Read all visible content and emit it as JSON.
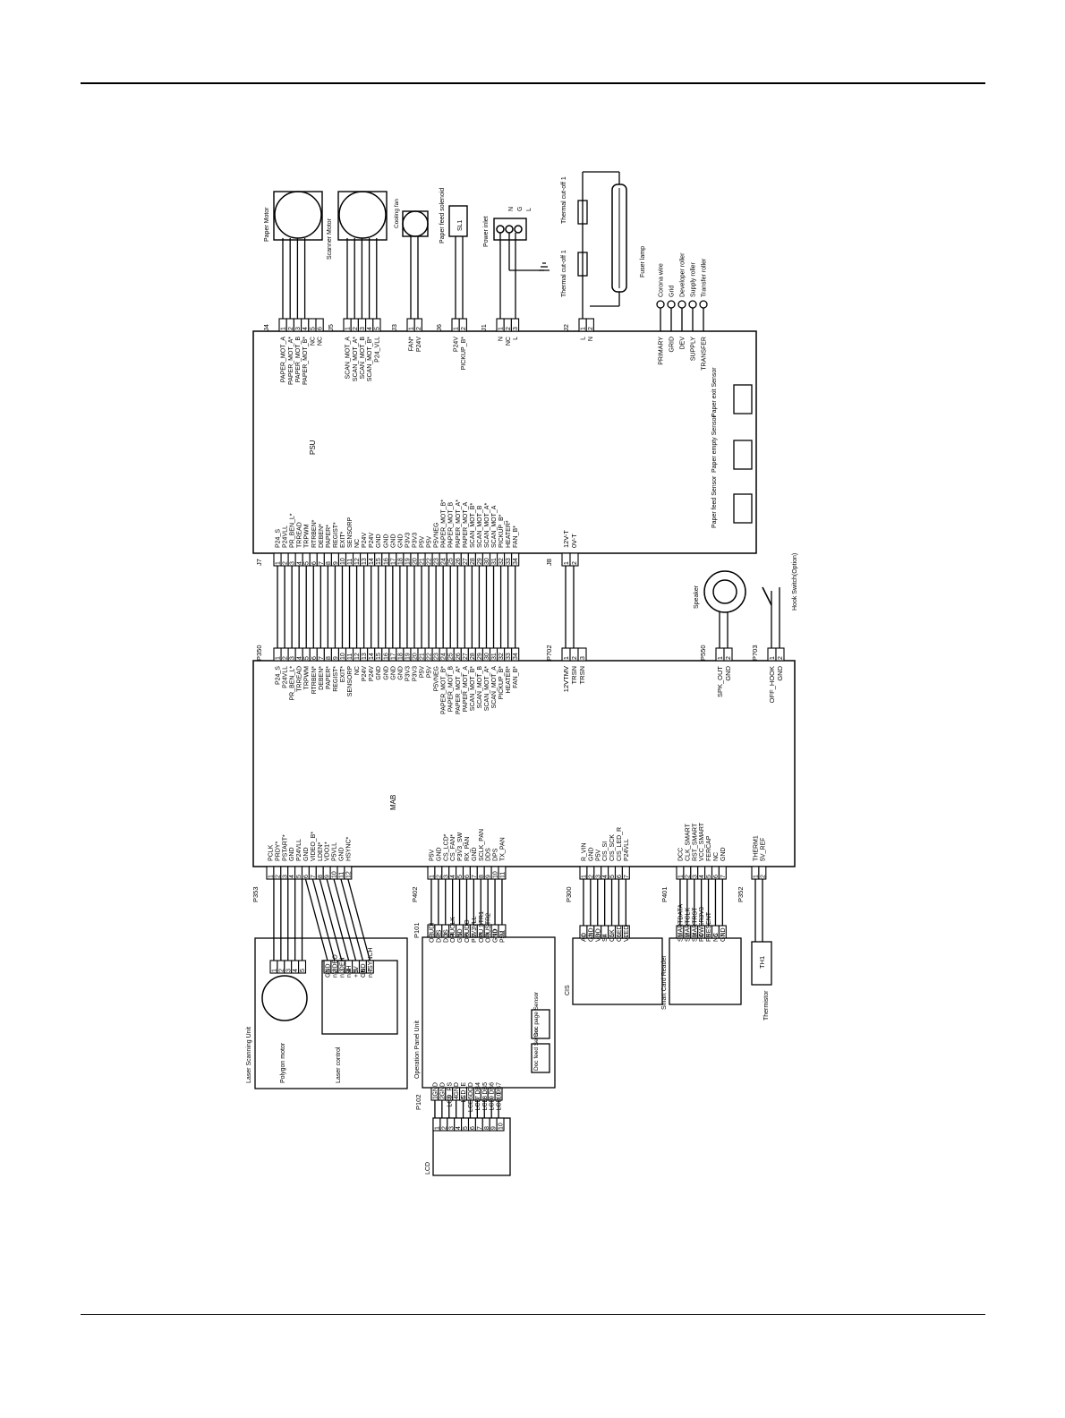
{
  "components": {
    "psu": "PSU",
    "mab": "MAB",
    "paper_motor": "Paper Motor",
    "scanner_motor": "Scanner Motor",
    "cooling_fan": "Cooling fan",
    "solenoid": "Paper feed solenoid",
    "solenoid_tag": "SL1",
    "power_inlet": "Power inlet",
    "power_pins": [
      "N",
      "G",
      "L"
    ],
    "thermal_cutoff_1": "Thermal cut-off 1",
    "thermal_cutoff_2": "Thermal cut-off 1",
    "fuser_lamp": "Fuser lamp",
    "speaker": "Speaker",
    "hook_switch": "Hook Switch(Option)",
    "lsu": "Laser Scanning Unit",
    "polygon_motor": "Polygon motor",
    "laser_control": "Laser control",
    "opu": "Operation Panel Unit",
    "doc_page_sensor": "Doc page Sensor",
    "doc_feed_sensor": "Doc feed Sensor",
    "lcd": "LCD",
    "cis": "CIS",
    "smart_card": "Smart Card Reader",
    "thermistor": "Thermistor",
    "thermistor_tag": "TH1",
    "paper_feed_sensor": "Paper feed Sensor",
    "paper_empty_sensor": "Paper empty Sensor",
    "paper_exit_sensor": "Paper exit Sensor"
  },
  "hv_outputs": [
    {
      "signal": "PRIMARY",
      "label": "Corona wire"
    },
    {
      "signal": "GRID",
      "label": "Grid"
    },
    {
      "signal": "DEV",
      "label": "Developer roller"
    },
    {
      "signal": "SUPPLY",
      "label": "Supply roller"
    },
    {
      "signal": "TRANSFER",
      "label": "Transfer roller"
    }
  ],
  "connectors": {
    "J4": {
      "name": "J4",
      "pins": [
        "PAPER_MOT_A",
        "PAPER_MOT_A*",
        "PAPER_MOT_B",
        "PAPER_MOT_B*",
        "NC",
        "NC"
      ]
    },
    "J5": {
      "name": "J5",
      "pins": [
        "SCAN_MOT_A",
        "SCAN_MOT_A*",
        "SCAN_MOT_B",
        "SCAN_MOT_B*",
        "P24_VLL"
      ]
    },
    "J3": {
      "name": "J3",
      "pins": [
        "FAN*",
        "P24V"
      ]
    },
    "J6": {
      "name": "J6",
      "pins": [
        "P24V",
        "PICKUP_B*"
      ]
    },
    "J1": {
      "name": "J1",
      "pins": [
        "N",
        "NC",
        "L"
      ]
    },
    "J2": {
      "name": "J2",
      "pins": [
        "L",
        "N"
      ]
    },
    "J7": {
      "name": "J7",
      "pins": [
        "P24_S",
        "P24VLL",
        "PR_BEN_L*",
        "TRREAD",
        "TRPWM",
        "RTRBEN*",
        "DEBEN*",
        "PAPER*",
        "REGIST*",
        "EXIT*",
        "SENSORP",
        "NC",
        "P24V",
        "P24V",
        "GND",
        "GND",
        "GND",
        "GND",
        "P3V3",
        "P3V3",
        "P5V",
        "P5V",
        "P5VNEG",
        "PAPER_MOT_B*",
        "PAPER_MOT_B",
        "PAPER_MOT_A*",
        "PAPER_MOT_A",
        "SCAN_MOT_B*",
        "SCAN_MOT_B",
        "SCAN_MOT_A*",
        "SCAN_MOT_A",
        "PICKUP_B*",
        "HEATER*",
        "FAN_B*"
      ]
    },
    "J8": {
      "name": "J8",
      "pins": [
        "12V-T",
        "0V-T"
      ]
    },
    "P350": {
      "name": "P350",
      "pins": [
        "P24_S",
        "P24VLL",
        "PR_BEN_L*",
        "TRREAD",
        "TRPWM",
        "RTRBEN*",
        "DEBEN*",
        "PAPER*",
        "REGIST*",
        "EXIT*",
        "SENSORP",
        "NC",
        "P24V",
        "P24V",
        "GND",
        "GND",
        "GND",
        "GND",
        "P3V3",
        "P3V3",
        "P5V",
        "P5V",
        "P5VNEG",
        "PAPER_MOT_B*",
        "PAPER_MOT_B",
        "PAPER_MOT_A*",
        "PAPER_MOT_A",
        "SCAN_MOT_B*",
        "SCAN_MOT_B",
        "SCAN_MOT_A*",
        "SCAN_MOT_A",
        "PICKUP_B*",
        "HEATER*",
        "FAN_B*"
      ]
    },
    "P702": {
      "name": "P702",
      "pins": [
        "12VTMV",
        "TRSN",
        "TRSN"
      ]
    },
    "P550": {
      "name": "P550",
      "pins": [
        "SPK_OUT",
        "GND"
      ]
    },
    "P703": {
      "name": "P703",
      "pins": [
        "OFF_HOOK",
        "GND"
      ]
    },
    "P353": {
      "name": "P353",
      "pins": [
        "PCLK",
        "PRDY*",
        "PSTART*",
        "GND",
        "P24VLL",
        "GND",
        "VIDEO_B*",
        "LDEN*",
        "VDO1*",
        "P5VLL",
        "GND",
        "HSYNC*"
      ]
    },
    "P402": {
      "name": "P402",
      "pins": [
        "P5V",
        "GND",
        "CS_LCD*",
        "CS_FAN*",
        "P3V3_SW",
        "RX_PAN",
        "GND",
        "SCLK_PAN",
        "DDS",
        "DPS",
        "TX_PAN"
      ]
    },
    "P300": {
      "name": "P300",
      "pins": [
        "R_VIN",
        "GND",
        "P5V",
        "CIS_SI",
        "CIS_SCK",
        "CIS_LED_R",
        "P24VLL"
      ]
    },
    "P401": {
      "name": "P401",
      "pins": [
        "DCC",
        "CLK_SMART",
        "RST_SMART",
        "VCC_SMART",
        "FERCAP",
        "NC",
        "GND"
      ]
    },
    "P352": {
      "name": "P352",
      "pins": [
        "THERM1",
        "5V_REF"
      ]
    },
    "P101": {
      "name": "P101",
      "pins": [
        "P5V",
        "GND",
        "OPUSTR2",
        "OPU STR1",
        "P3V3VLL",
        "OPUDO",
        "GND",
        "OPUCLK",
        "DDS",
        "DPS",
        "OPUDI"
      ]
    },
    "P102": {
      "name": "P102",
      "pins": [
        "GND",
        "GND",
        "LCD_RS",
        "GND",
        "LCD_E",
        "LCD_DDD",
        "LCD_DB4",
        "LCD_DB5",
        "LCD_DB6",
        "LCD_DB7"
      ]
    },
    "LCD": {
      "name": "",
      "pins": [
        "1",
        "2",
        "3",
        "4",
        "5",
        "6",
        "7",
        "8",
        "9",
        "10"
      ]
    },
    "LSU_POLY": {
      "name": "",
      "pins": [
        "1",
        "2",
        "3",
        "4",
        "5"
      ]
    },
    "LSU_LC": {
      "name": "",
      "pins": [
        "GND",
        "nVIDEO",
        "nLDEN",
        "nSH",
        "+5V",
        "GND",
        "nHSYNCH"
      ]
    },
    "CIS_IN": {
      "name": "",
      "pins": [
        "AO",
        "GND",
        "VDD",
        "SI",
        "CLK",
        "CLED",
        "VLED"
      ]
    },
    "SCR_IN": {
      "name": "",
      "pins": [
        "SMARTDATA",
        "SMARTCLK",
        "SMARTRST",
        "POWER3V3",
        "PRESENT",
        "NC",
        "GND"
      ]
    }
  }
}
